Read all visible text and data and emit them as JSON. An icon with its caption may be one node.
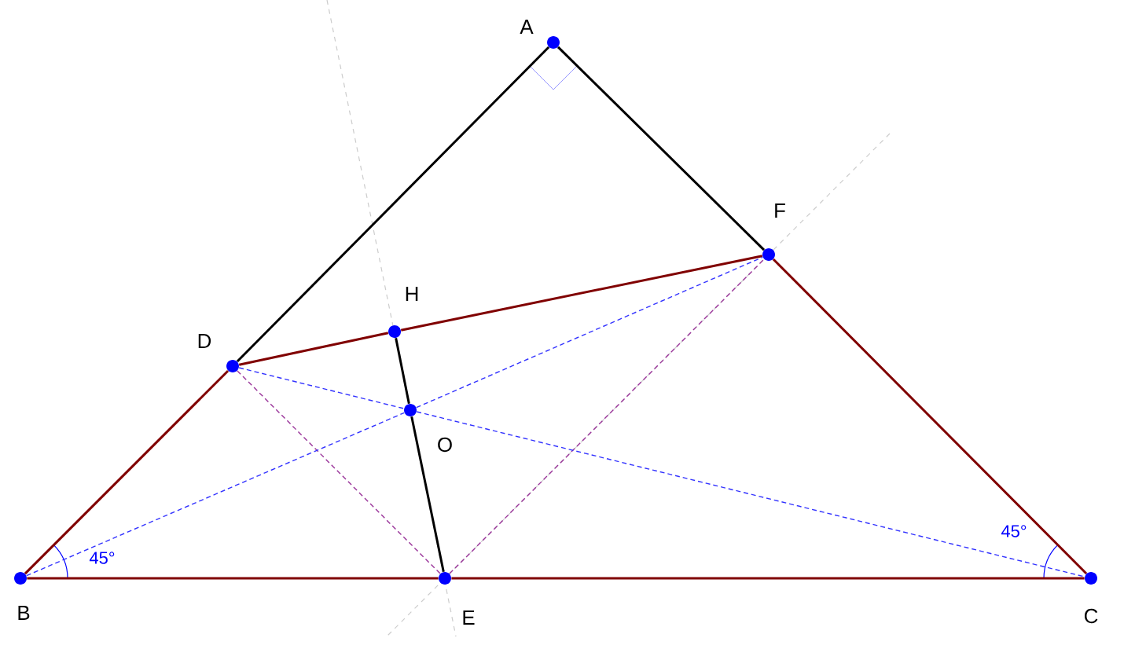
{
  "diagram": {
    "nodes": [
      {
        "text": [],
        "shape": "circle",
        "beside": [
          "A"
        ]
      },
      {
        "text": [],
        "shape": "circle",
        "beside": [
          "B"
        ]
      },
      {
        "text": [],
        "shape": "circle",
        "beside": [
          "C"
        ]
      },
      {
        "text": [],
        "shape": "circle",
        "beside": [
          "D"
        ]
      },
      {
        "text": [],
        "shape": "circle",
        "beside": [
          "E"
        ]
      },
      {
        "text": [],
        "shape": "circle",
        "beside": [
          "F"
        ]
      },
      {
        "text": [],
        "shape": "circle",
        "beside": [
          "H"
        ]
      },
      {
        "text": [],
        "shape": "circle",
        "beside": [
          "O"
        ]
      }
    ],
    "edges": [
      {
        "from": 0,
        "to": 3,
        "arrow": "none",
        "color": "#000000"
      },
      {
        "from": 3,
        "to": 1,
        "arrow": "none"
      },
      {
        "from": 0,
        "to": 5,
        "arrow": "none",
        "color": "#000000"
      },
      {
        "from": 5,
        "to": 2,
        "arrow": "none"
      },
      {
        "from": 1,
        "to": 4,
        "arrow": "none"
      },
      {
        "from": 4,
        "to": 2,
        "arrow": "none"
      },
      {
        "from": 3,
        "to": 6,
        "arrow": "none"
      },
      {
        "from": 6,
        "to": 5,
        "arrow": "none"
      },
      {
        "from": 6,
        "to": 7,
        "arrow": "none",
        "color": "#000000"
      },
      {
        "from": 7,
        "to": 4,
        "arrow": "none",
        "color": "#000000"
      },
      {
        "from": 3,
        "to": 4,
        "arrow": "none",
        "style": "dashed",
        "color": "#993399"
      },
      {
        "from": 4,
        "to": 5,
        "arrow": "none",
        "style": "dashed",
        "color": "#993399"
      },
      {
        "from": 3,
        "to": 7,
        "arrow": "none",
        "style": "dashed",
        "color": "#3333ff"
      },
      {
        "from": 7,
        "to": 2,
        "arrow": "none",
        "style": "dashed",
        "color": "#3333ff"
      },
      {
        "from": 1,
        "to": 7,
        "arrow": "none",
        "style": "dashed",
        "color": "#3333ff"
      },
      {
        "from": 7,
        "to": 5,
        "arrow": "none",
        "style": "dashed",
        "color": "#3333ff"
      }
    ],
    "labels": [
      "45°",
      "45°"
    ]
  }
}
